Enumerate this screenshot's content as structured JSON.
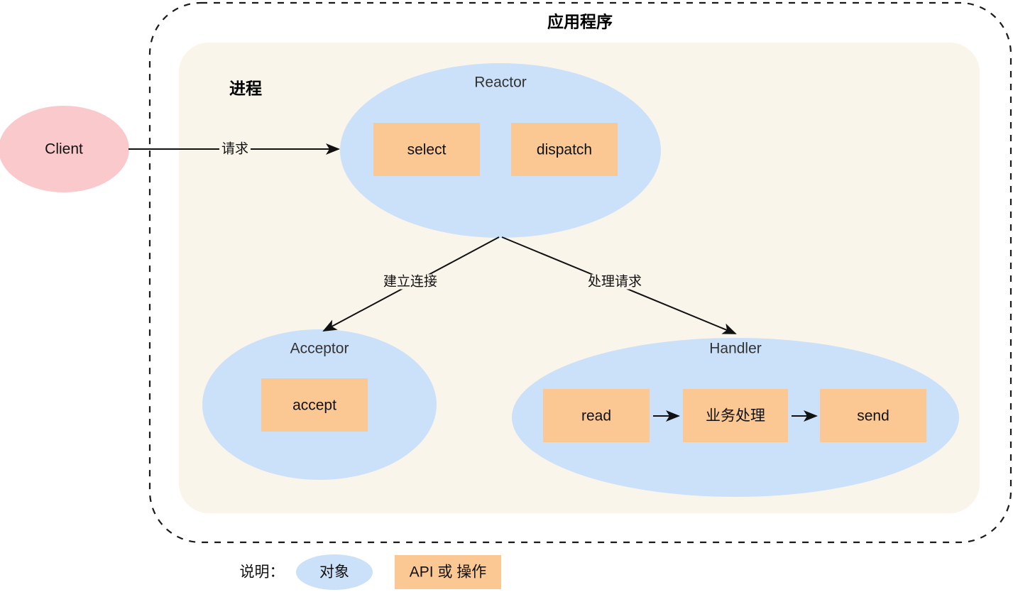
{
  "diagram": {
    "app_title": "应用程序",
    "process_title": "进程",
    "colors": {
      "object_fill": "#cbe0f9",
      "api_fill": "#fbc894",
      "client_fill": "#fac9cc",
      "process_bg": "#faf5ea",
      "border_dashed": "#1a1a1a",
      "text": "#111111"
    },
    "client": {
      "label": "Client"
    },
    "reactor": {
      "title": "Reactor",
      "ops": [
        {
          "label": "select"
        },
        {
          "label": "dispatch"
        }
      ]
    },
    "acceptor": {
      "title": "Acceptor",
      "ops": [
        {
          "label": "accept"
        }
      ]
    },
    "handler": {
      "title": "Handler",
      "ops": [
        {
          "label": "read"
        },
        {
          "label": "业务处理"
        },
        {
          "label": "send"
        }
      ]
    },
    "edges": [
      {
        "label": "请求"
      },
      {
        "label": "建立连接"
      },
      {
        "label": "处理请求"
      }
    ],
    "legend": {
      "caption": "说明：",
      "object_label": "对象",
      "api_label": "API 或 操作"
    }
  }
}
